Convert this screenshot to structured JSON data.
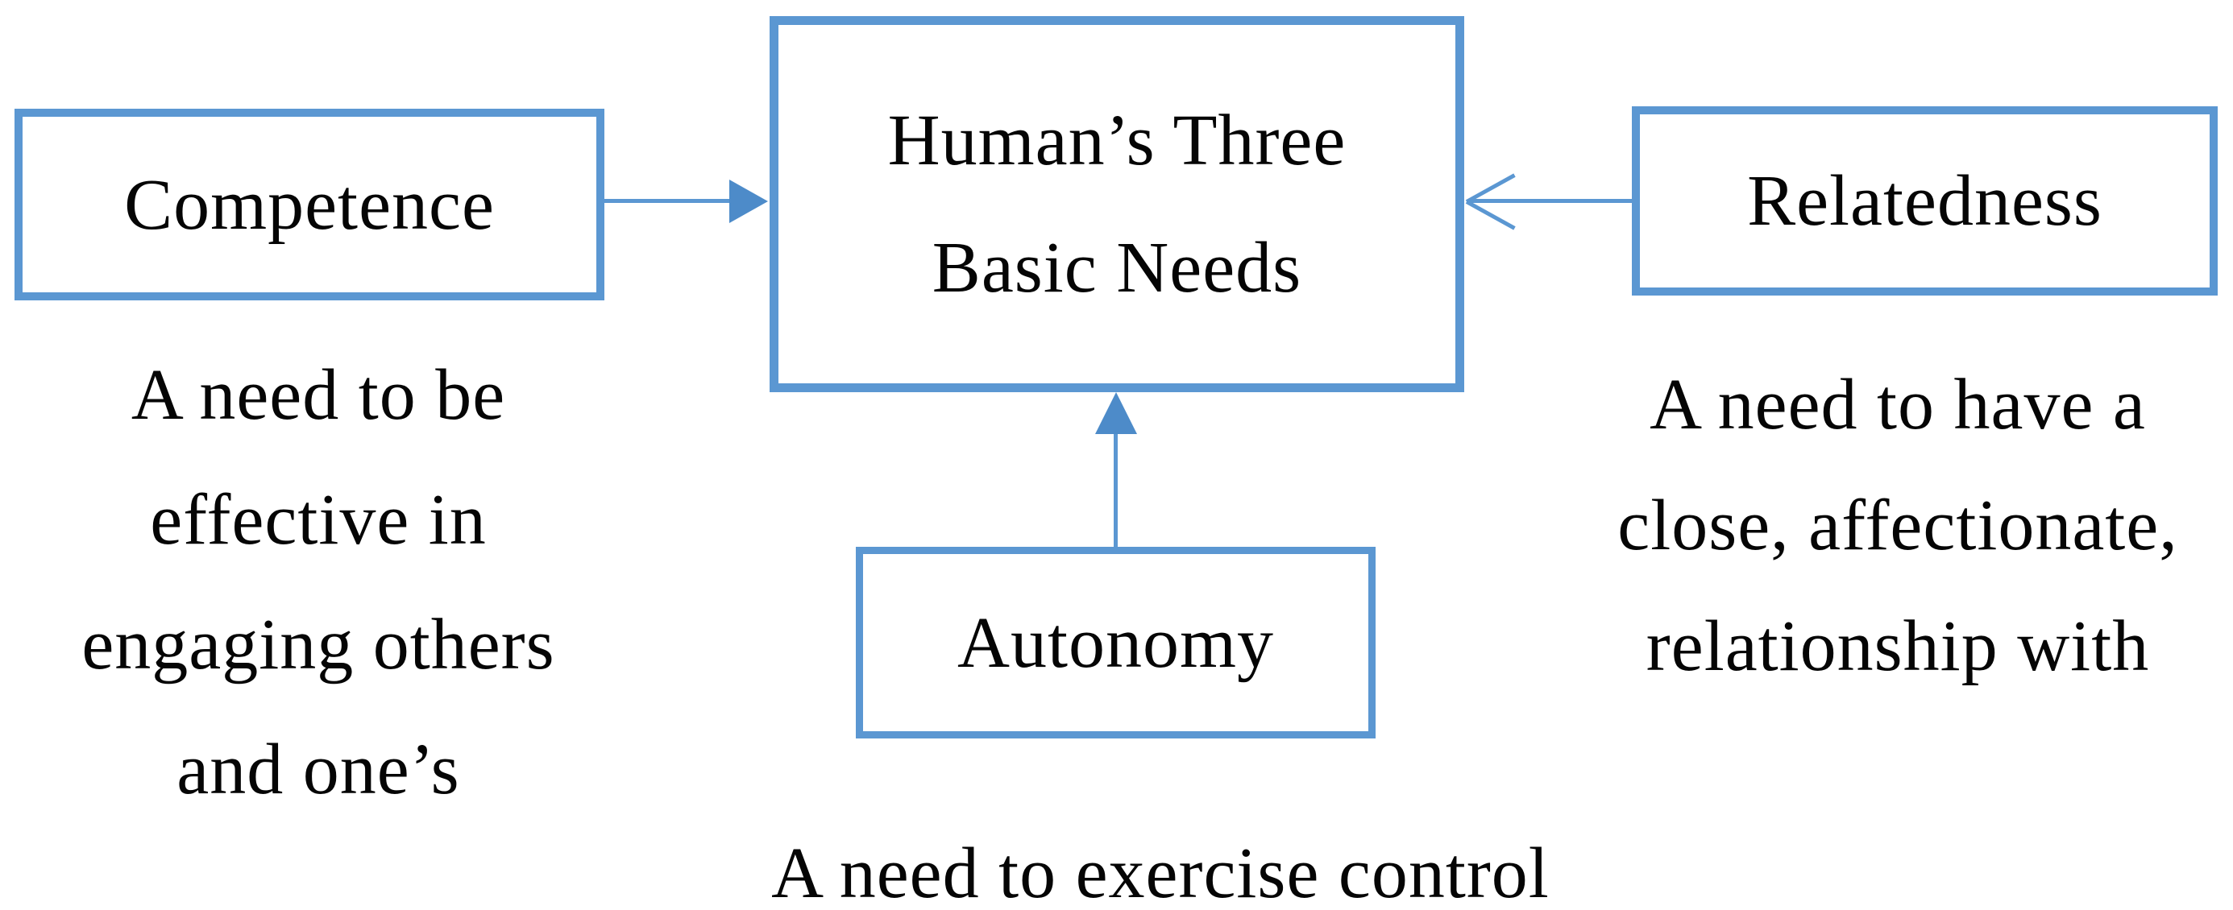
{
  "diagram": {
    "title_box": {
      "lines": [
        "Human’s Three",
        "Basic Needs"
      ]
    },
    "nodes": [
      {
        "id": "competence",
        "label": "Competence",
        "description_lines": [
          "A need to be",
          "effective in",
          "engaging others",
          "and one’s"
        ]
      },
      {
        "id": "relatedness",
        "label": "Relatedness",
        "description_lines": [
          "A need to have a",
          "close, affectionate,",
          "relationship with"
        ]
      },
      {
        "id": "autonomy",
        "label": "Autonomy",
        "description_lines": [
          "A need to exercise control"
        ]
      }
    ],
    "colors": {
      "box_border": "#5b97d2",
      "arrow_fill": "#4d8bc9",
      "text": "#050505",
      "background": "#ffffff"
    }
  }
}
